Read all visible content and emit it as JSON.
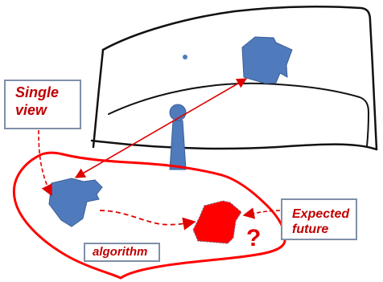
{
  "labels": {
    "single_view_line1": "Single",
    "single_view_line2": "view",
    "expected_future_line1": "Expected",
    "expected_future_line2": "future",
    "algorithm": "algorithm",
    "question_mark": "?"
  },
  "colors": {
    "object_blue": "#4f7bbd",
    "object_outline": "#3b5f93",
    "prediction_red": "#ff0000",
    "arrow_red": "#e00000",
    "label_text": "#c00000",
    "box_border": "#7f8fa8",
    "scene_outline": "#111111"
  }
}
